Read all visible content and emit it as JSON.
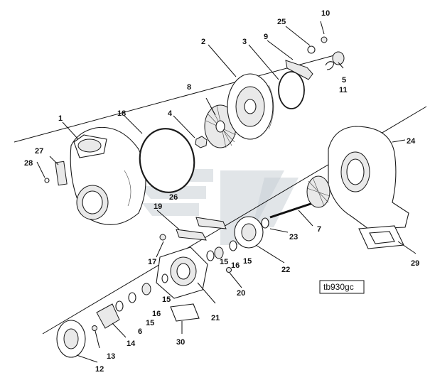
{
  "figure": {
    "reference_code": "tb930gc",
    "callouts": [
      "1",
      "2",
      "3",
      "4",
      "5",
      "6",
      "7",
      "8",
      "9",
      "10",
      "11",
      "12",
      "13",
      "14",
      "15",
      "15",
      "15",
      "15",
      "16",
      "16",
      "17",
      "18",
      "19",
      "20",
      "21",
      "22",
      "23",
      "24",
      "25",
      "26",
      "27",
      "28",
      "29",
      "30"
    ]
  }
}
